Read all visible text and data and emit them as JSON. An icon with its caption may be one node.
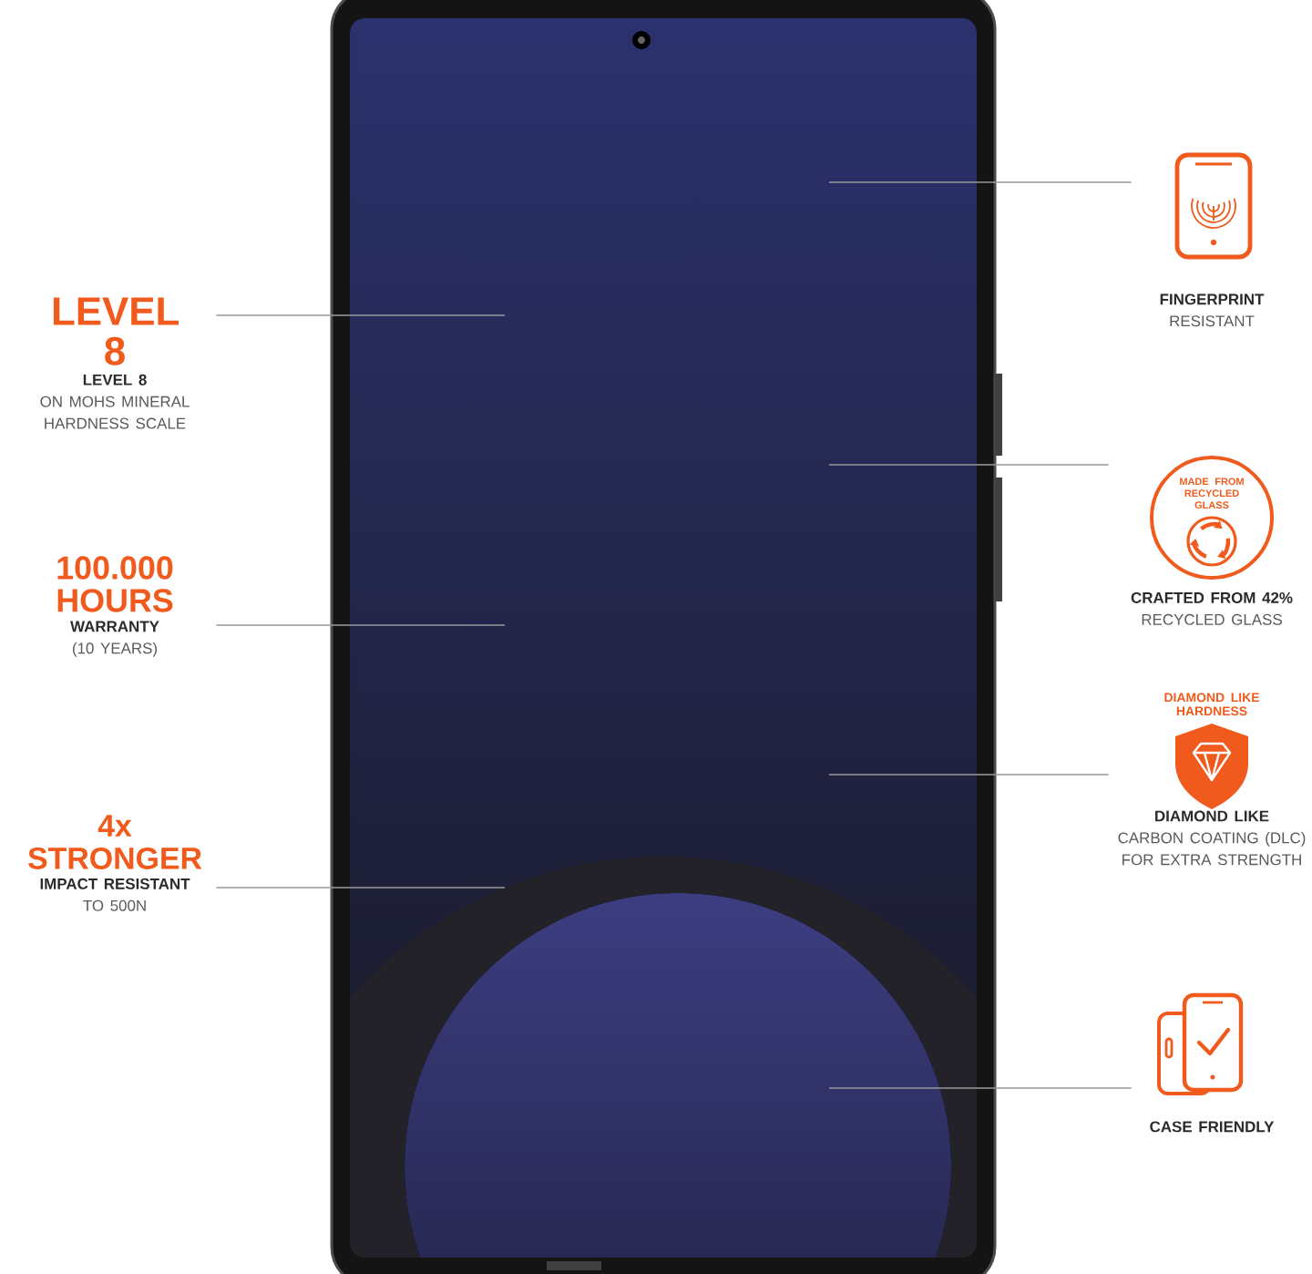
{
  "diagram": {
    "nodes": [
      {
        "text": [],
        "shape": "picture"
      },
      {
        "text": [
          "LEVEL 8",
          "LEVEL 8",
          "ON MOHS MINERAL HARDNESS SCALE"
        ]
      },
      {
        "text": [
          "100.000 HOURS",
          "WARRANTY",
          "(10 YEARS)"
        ]
      },
      {
        "text": [
          "4x STRONGER",
          "IMPACT RESISTANT",
          "TO 500N"
        ]
      },
      {
        "text": [
          "FINGERPRINT",
          "RESISTANT"
        ]
      },
      {
        "text": [
          "MADE FROM RECYCLED GLASS",
          "CRAFTED FROM 42%",
          "RECYCLED GLASS"
        ]
      },
      {
        "text": [
          "DIAMOND LIKE HARDNESS",
          "DIAMOND LIKE",
          "CARBON COATING (DLC) FOR EXTRA STRENGTH"
        ]
      },
      {
        "text": [
          "CASE FRIENDLY"
        ]
      }
    ],
    "edges": [
      {
        "from": 1,
        "to": 0,
        "arrow": "none"
      },
      {
        "from": 2,
        "to": 0,
        "arrow": "none"
      },
      {
        "from": 3,
        "to": 0,
        "arrow": "none"
      },
      {
        "from": 4,
        "to": 0,
        "arrow": "none"
      },
      {
        "from": 5,
        "to": 0,
        "arrow": "none"
      },
      {
        "from": 6,
        "to": 0,
        "arrow": "none"
      },
      {
        "from": 7,
        "to": 0,
        "arrow": "none"
      }
    ]
  }
}
